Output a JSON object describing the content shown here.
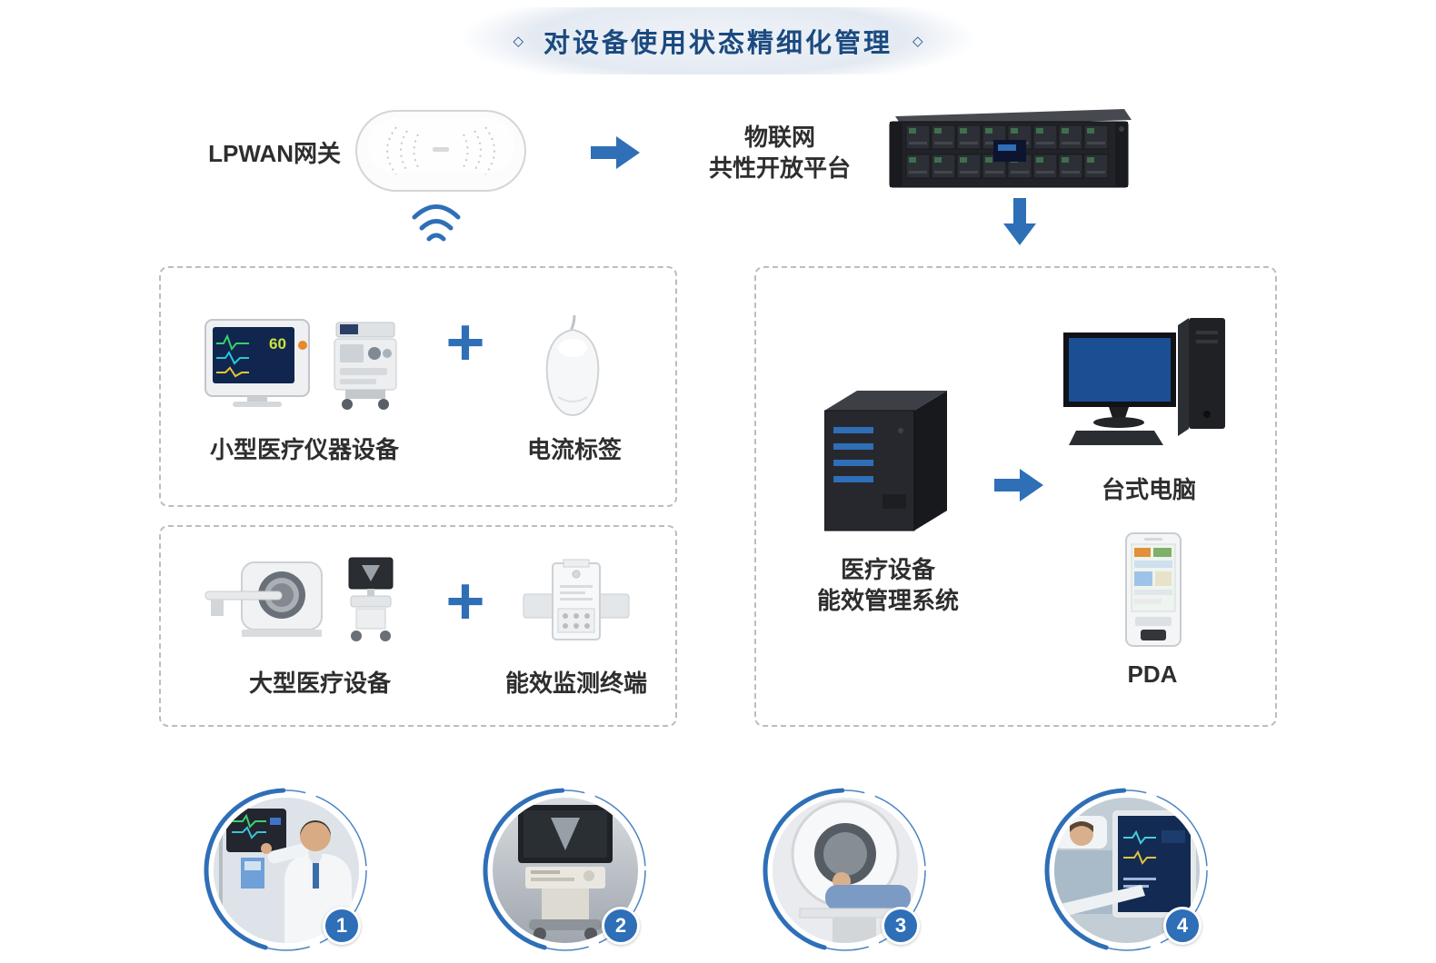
{
  "colors": {
    "accent": "#2e6fb7",
    "title": "#1b4a80",
    "label": "#2e2e2e"
  },
  "banner": {
    "title": "对设备使用状态精细化管理",
    "decor_left": "◇",
    "decor_right": "◇"
  },
  "flow": {
    "gateway_label": "LPWAN网关",
    "platform_line1": "物联网",
    "platform_line2": "共性开放平台"
  },
  "group_small": {
    "plus": "+",
    "device_label": "小型医疗仪器设备",
    "tag_label": "电流标签",
    "monitor_value": "60"
  },
  "group_large": {
    "plus": "+",
    "device_label": "大型医疗设备",
    "tag_label": "能效监测终端"
  },
  "group_platform": {
    "system_line1": "医疗设备",
    "system_line2": "能效管理系统",
    "desktop_label": "台式电脑",
    "pda_label": "PDA"
  },
  "gallery": [
    {
      "number": "1"
    },
    {
      "number": "2"
    },
    {
      "number": "3"
    },
    {
      "number": "4"
    }
  ]
}
